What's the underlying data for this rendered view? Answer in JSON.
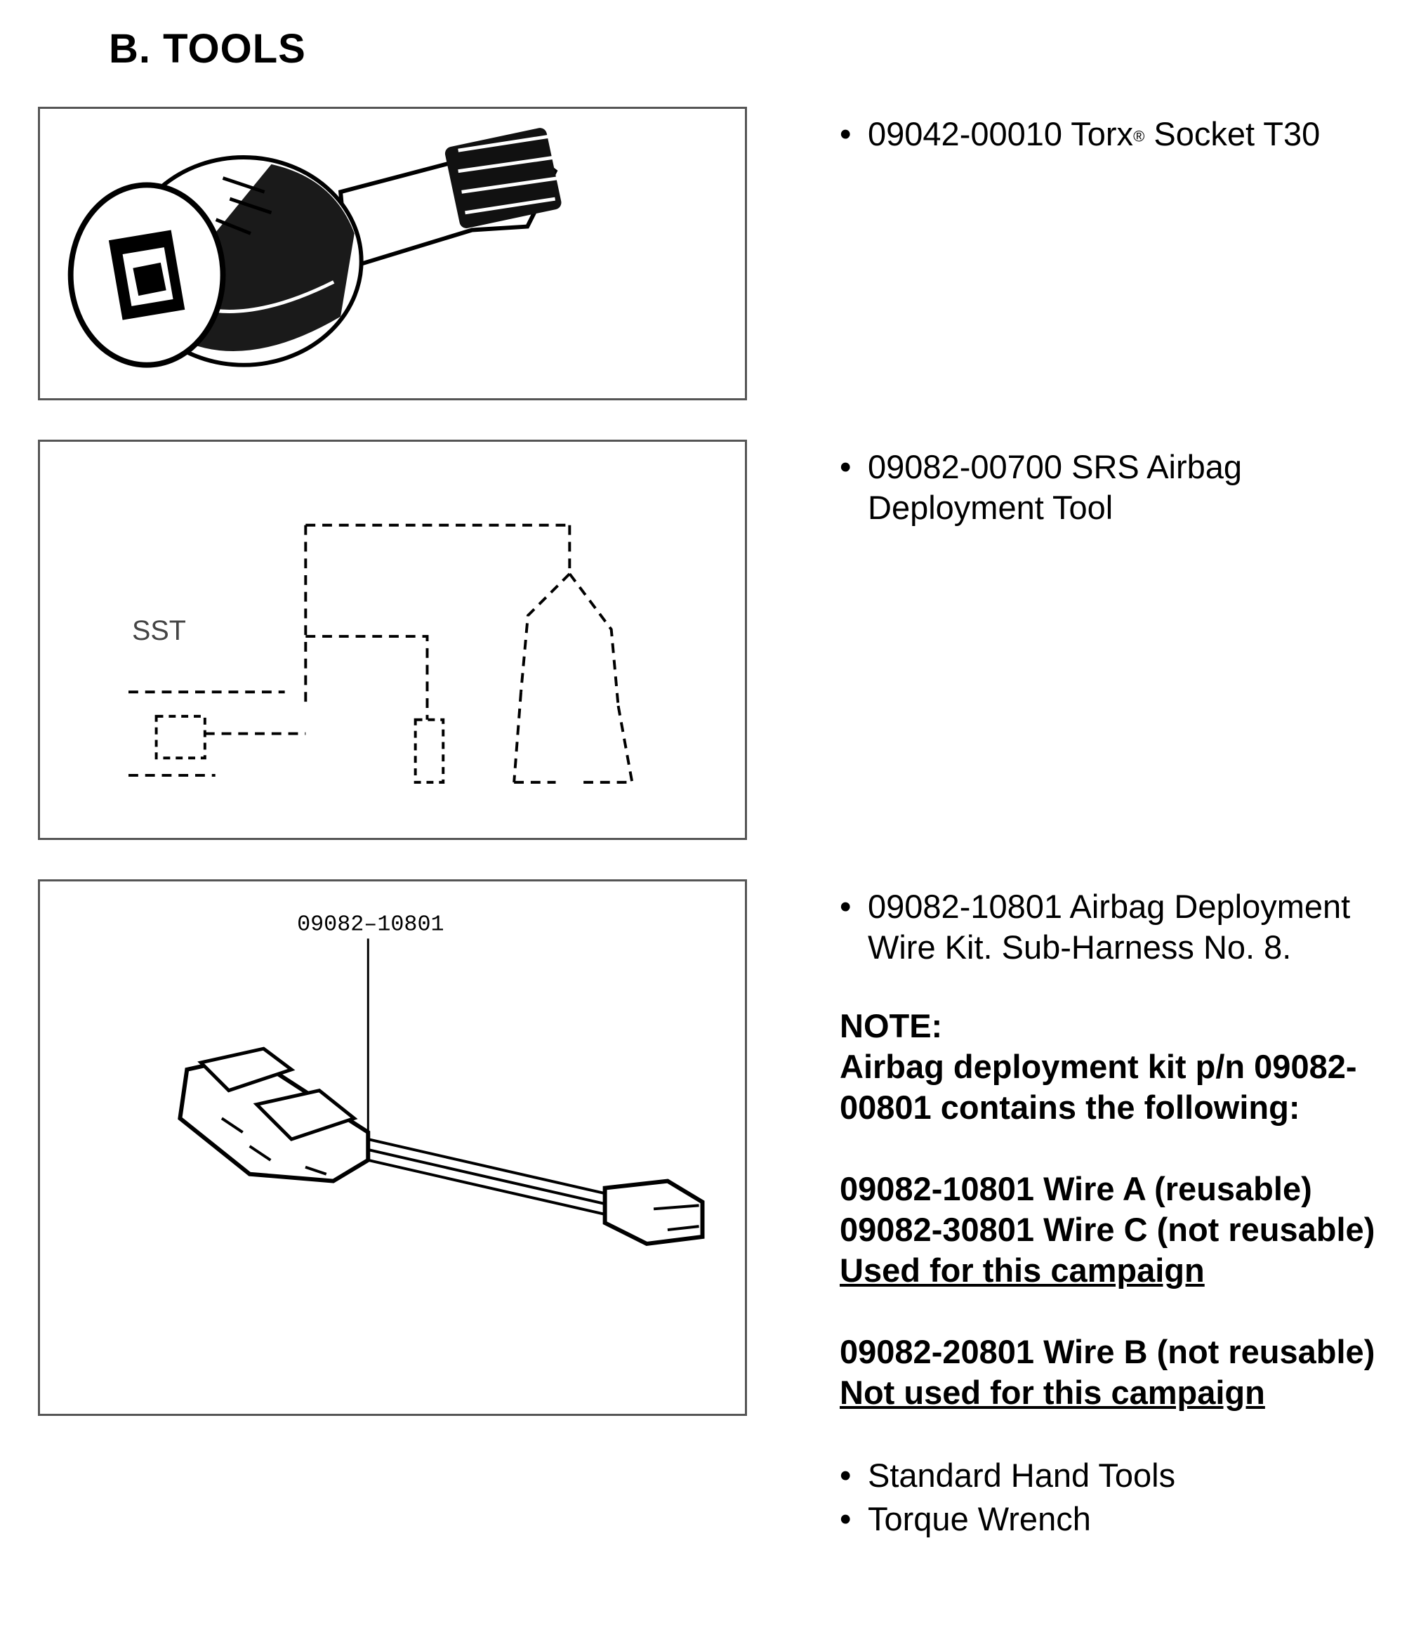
{
  "heading": "B. TOOLS",
  "tools": [
    {
      "bullet": "•",
      "part_number": "09042-00010",
      "name_pre": "Torx",
      "reg_mark": "®",
      "name_post": "Socket T30"
    },
    {
      "bullet": "•",
      "line1": "09082-00700 SRS Airbag",
      "line2": "Deployment Tool"
    },
    {
      "bullet": "•",
      "line1": "09082-10801 Airbag Deployment",
      "line2": "Wire Kit.  Sub-Harness No. 8."
    }
  ],
  "figures": {
    "fig2_label_sst": "SST",
    "fig3_part_label": "09082–10801"
  },
  "note": {
    "title": "NOTE:",
    "line1": "Airbag deployment kit  p/n 09082-",
    "line2": "00801 contains the following:",
    "wire_a": "09082-10801 Wire A (reusable)",
    "wire_c": "09082-30801 Wire C  (not reusable)",
    "used": "Used for this campaign",
    "wire_b": "09082-20801 Wire B  (not reusable)",
    "not_used": "Not used  for this campaign"
  },
  "extra_tools": [
    {
      "bullet": "•",
      "label": "Standard Hand Tools"
    },
    {
      "bullet": "•",
      "label": "Torque Wrench"
    }
  ]
}
